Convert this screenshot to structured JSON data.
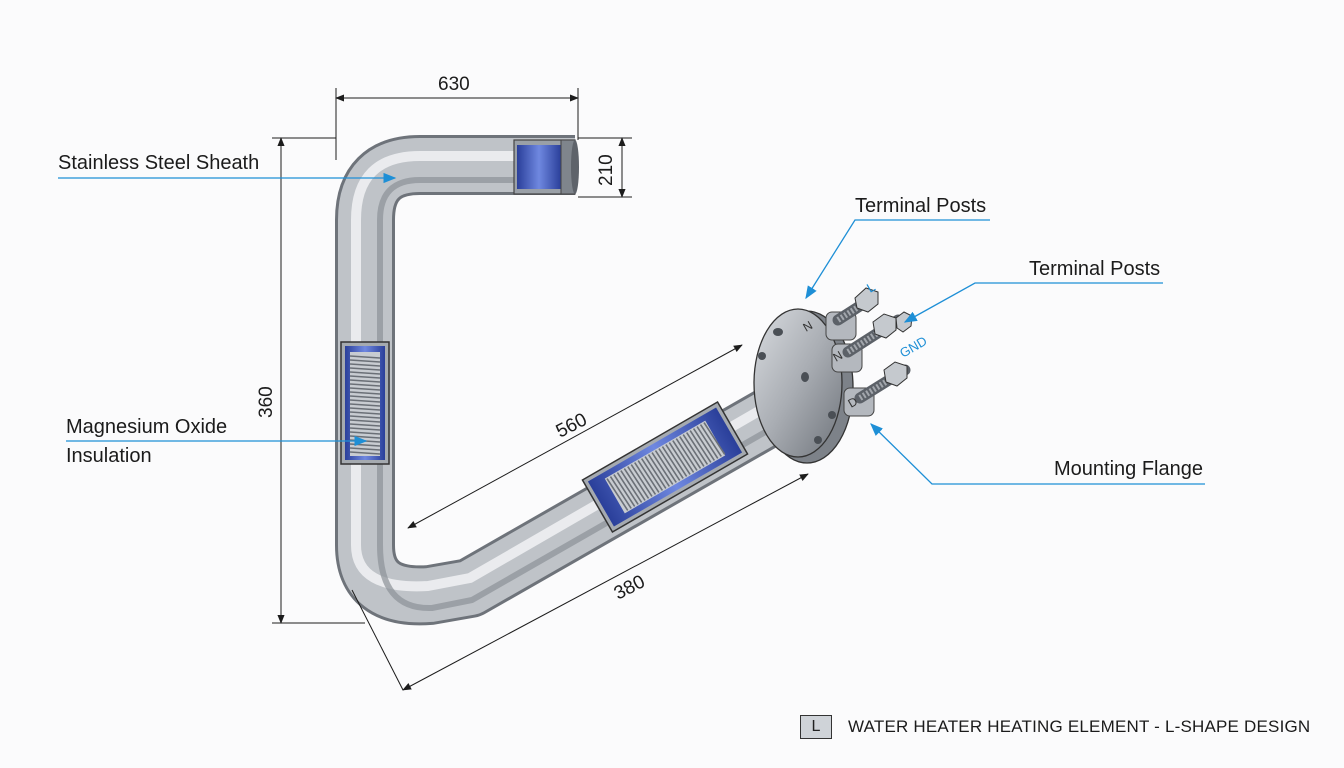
{
  "diagram": {
    "title_tag": "L",
    "title": "WATER HEATER HEATING ELEMENT - L-SHAPE DESIGN",
    "dimensions": {
      "top_width": "630",
      "end_height": "210",
      "left_height": "360",
      "diag_upper": "560",
      "diag_lower": "380"
    },
    "callouts": {
      "sheath": "Stainless Steel Sheath",
      "insulation_line1": "Magnesium Oxide",
      "insulation_line2": "Insulation",
      "terminal_posts_1": "Terminal Posts",
      "terminal_posts_2": "Terminal Posts",
      "mounting_flange": "Mounting Flange"
    },
    "terminal_marks": {
      "l_mark": "L",
      "gnd_mark": "GND",
      "n_mark": "N",
      "post2_mark": "N",
      "post3_mark": "D"
    },
    "colors": {
      "leader": "#1e8fd6",
      "tube": "#b9bdc3",
      "insulation_blue": "#3b57b8",
      "dimension_line": "#1c1c1c"
    }
  }
}
